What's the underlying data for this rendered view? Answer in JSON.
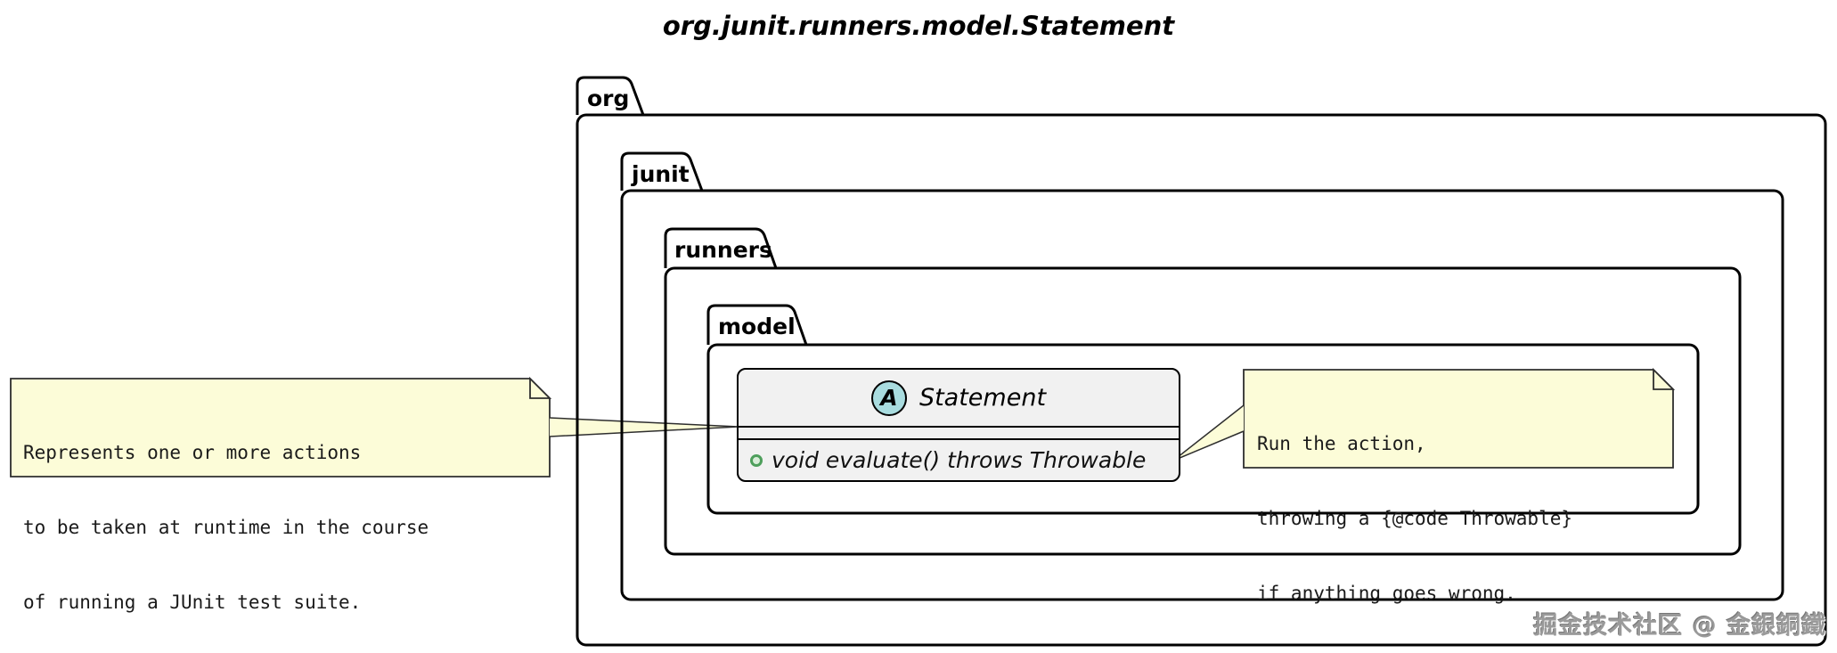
{
  "title": "org.junit.runners.model.Statement",
  "packages": [
    {
      "name": "org"
    },
    {
      "name": "junit"
    },
    {
      "name": "runners"
    },
    {
      "name": "model"
    }
  ],
  "class_box": {
    "stereotype_letter": "A",
    "stereotype": "abstract-class",
    "name": "Statement",
    "method": "void evaluate() throws Throwable"
  },
  "notes": {
    "left": {
      "lines": [
        "Represents one or more actions",
        "to be taken at runtime in the course",
        "of running a JUnit test suite."
      ]
    },
    "right": {
      "lines": [
        "Run the action,",
        "throwing a {@code Throwable}",
        "if anything goes wrong."
      ]
    }
  },
  "watermark": "掘金技术社区 @ 金銀銅鐵",
  "colors": {
    "note_fill": "#FCFCD8",
    "note_border": "#2e2e2e",
    "class_fill": "#F1F1F1",
    "abstract_circle_fill": "#A9DCDF",
    "method_circle_border": "#4E9F5C",
    "method_circle_fill": "#D9EDD9",
    "package_border": "#000000",
    "background": "#ffffff"
  }
}
